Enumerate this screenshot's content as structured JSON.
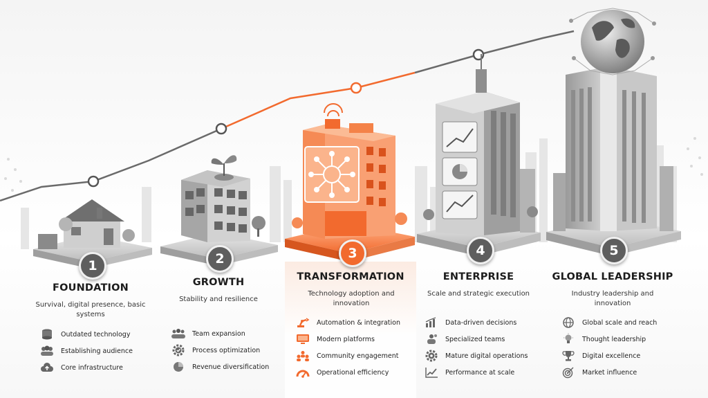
{
  "colors": {
    "accent": "#f26a2e",
    "gray": "#5e5e5e",
    "line": "#6a6a6a"
  },
  "stages": [
    {
      "number": "1",
      "title": "FOUNDATION",
      "description": "Survival, digital presence, basic systems",
      "items": [
        {
          "icon": "database-icon",
          "label": "Outdated technology"
        },
        {
          "icon": "people-icon",
          "label": "Establishing audience"
        },
        {
          "icon": "cloud-upload-icon",
          "label": "Core infrastructure"
        }
      ]
    },
    {
      "number": "2",
      "title": "GROWTH",
      "description": "Stability and resilience",
      "items": [
        {
          "icon": "team-icon",
          "label": "Team expansion"
        },
        {
          "icon": "gear-check-icon",
          "label": "Process optimization"
        },
        {
          "icon": "pie-chart-icon",
          "label": "Revenue diversification"
        }
      ]
    },
    {
      "number": "3",
      "title": "TRANSFORMATION",
      "description": "Technology adoption and innovation",
      "items": [
        {
          "icon": "robot-arm-icon",
          "label": "Automation & integration"
        },
        {
          "icon": "monitor-icon",
          "label": "Modern platforms"
        },
        {
          "icon": "community-icon",
          "label": "Community engagement"
        },
        {
          "icon": "gauge-icon",
          "label": "Operational efficiency"
        }
      ]
    },
    {
      "number": "4",
      "title": "ENTERPRISE",
      "description": "Scale and strategic execution",
      "items": [
        {
          "icon": "bar-chart-icon",
          "label": "Data-driven decisions"
        },
        {
          "icon": "specialist-icon",
          "label": "Specialized teams"
        },
        {
          "icon": "gear-icon",
          "label": "Mature digital operations"
        },
        {
          "icon": "trend-chart-icon",
          "label": "Performance at scale"
        }
      ]
    },
    {
      "number": "5",
      "title": "GLOBAL LEADERSHIP",
      "description": "Industry leadership and innovation",
      "items": [
        {
          "icon": "globe-icon",
          "label": "Global scale and reach"
        },
        {
          "icon": "lightbulb-icon",
          "label": "Thought leadership"
        },
        {
          "icon": "trophy-icon",
          "label": "Digital excellence"
        },
        {
          "icon": "target-icon",
          "label": "Market influence"
        }
      ]
    }
  ]
}
